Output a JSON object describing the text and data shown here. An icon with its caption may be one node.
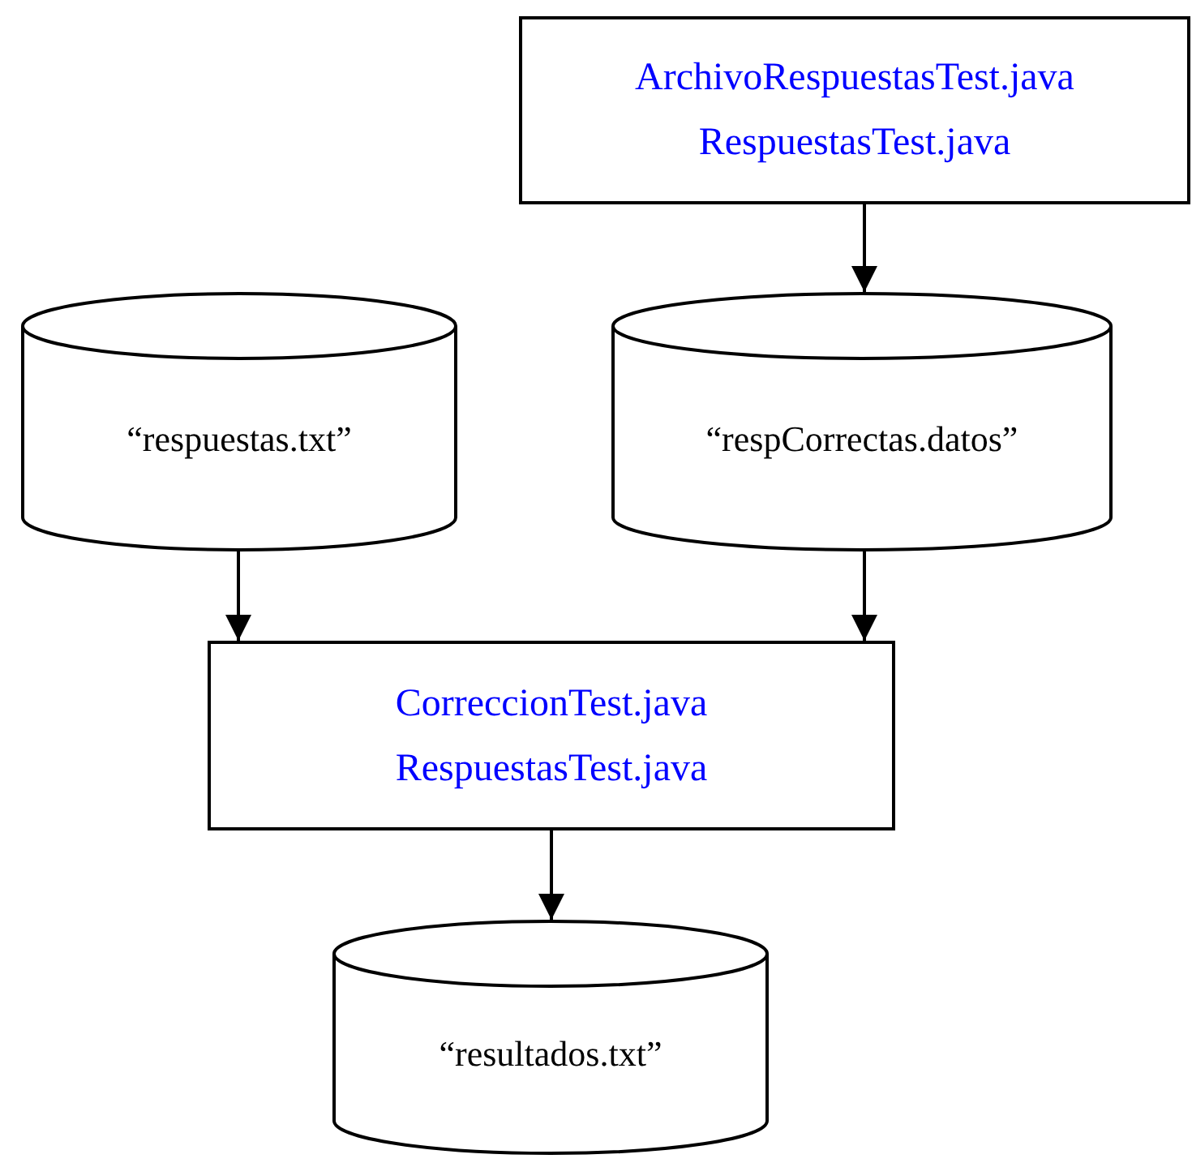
{
  "diagram": {
    "nodes": [
      {
        "text": [
          "ArchivoRespuestasTest.java",
          "RespuestasTest.java"
        ]
      },
      {
        "text": [
          "“respuestas.txt”"
        ]
      },
      {
        "text": [
          "“respCorrectas.datos”"
        ]
      },
      {
        "text": [
          "CorreccionTest.java",
          "RespuestasTest.java"
        ]
      },
      {
        "text": [
          "“resultados.txt”"
        ]
      }
    ],
    "edges": [
      {
        "from": 0,
        "to": 2,
        "arrow": "to"
      },
      {
        "from": 1,
        "to": 3,
        "arrow": "to"
      },
      {
        "from": 2,
        "to": 3,
        "arrow": "to"
      },
      {
        "from": 3,
        "to": 4,
        "arrow": "to"
      }
    ]
  }
}
